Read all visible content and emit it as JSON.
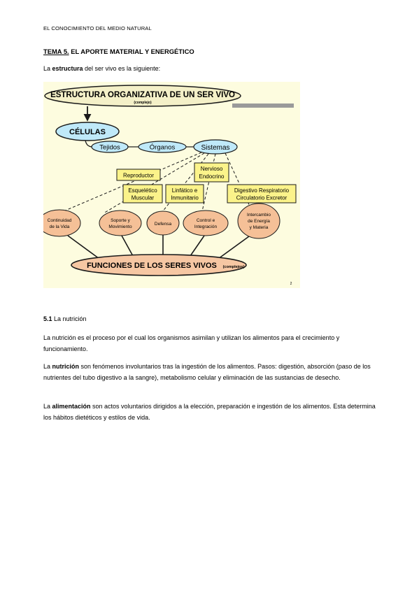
{
  "page": {
    "header": "EL CONOCIMIENTO DEL MEDIO NATURAL",
    "title_num": "TEMA 5.",
    "title_text": " EL APORTE MATERIAL Y ENERGÉTICO",
    "intro_pre": "La ",
    "intro_bold": "estructura",
    "intro_post": " del ser vivo es la siguiente:"
  },
  "diagram": {
    "top_title": "ESTRUCTURA ORGANIZATIVA DE UN SER VIVO",
    "top_sub": "(complejo)",
    "cells": "CÉLULAS",
    "tissues": "Tejidos",
    "organs": "Órganos",
    "systems": "Sistemas",
    "reproductor": "Reproductor",
    "nervioso_1": "Nervioso",
    "nervioso_2": "Endocrino",
    "esqueletico_1": "Esquelético",
    "esqueletico_2": "Muscular",
    "linfatico_1": "Linfático e",
    "linfatico_2": "Inmunitario",
    "digestivo_1": "Digestivo Respiratorio",
    "digestivo_2": "Circulatorio Excretor",
    "f1_1": "Continuidad",
    "f1_2": "de la Vida",
    "f2_1": "Soporte y",
    "f2_2": "Movimiento",
    "f3": "Defensa",
    "f4_1": "Control e",
    "f4_2": "Integración",
    "f5_1": "Intercambio",
    "f5_2": "de Energía",
    "f5_3": "y Materia",
    "bottom_title": "FUNCIONES DE LOS SERES VIVOS",
    "bottom_sub": "(complejos)",
    "slide_num": "2",
    "colors": {
      "background": "#fdfcdf",
      "top_oval": "#f4f0c8",
      "cells_oval": "#bfe9f9",
      "system_box": "#fbf38a",
      "function_oval": "#f5c097",
      "bottom_oval": "#f6c7a3",
      "stroke": "#1a1a1a"
    }
  },
  "section": {
    "number": "5.1",
    "title": " La nutrición"
  },
  "paragraphs": {
    "p1": "La nutrición es el proceso por el cual los organismos asimilan y utilizan los alimentos para el crecimiento y funcionamiento.",
    "p2_pre": "La ",
    "p2_bold": "nutrición",
    "p2_post": " son fenómenos involuntarios tras la ingestión de los alimentos. Pasos: digestión, absorción (paso de los nutrientes del tubo digestivo a la sangre), metabolismo celular y eliminación de las sustancias de desecho.",
    "p3_pre": "La ",
    "p3_bold": "alimentación",
    "p3_post": " son actos voluntarios dirigidos a la elección, preparación e ingestión de los alimentos. Esta determina los hábitos dietéticos y estilos de vida."
  }
}
